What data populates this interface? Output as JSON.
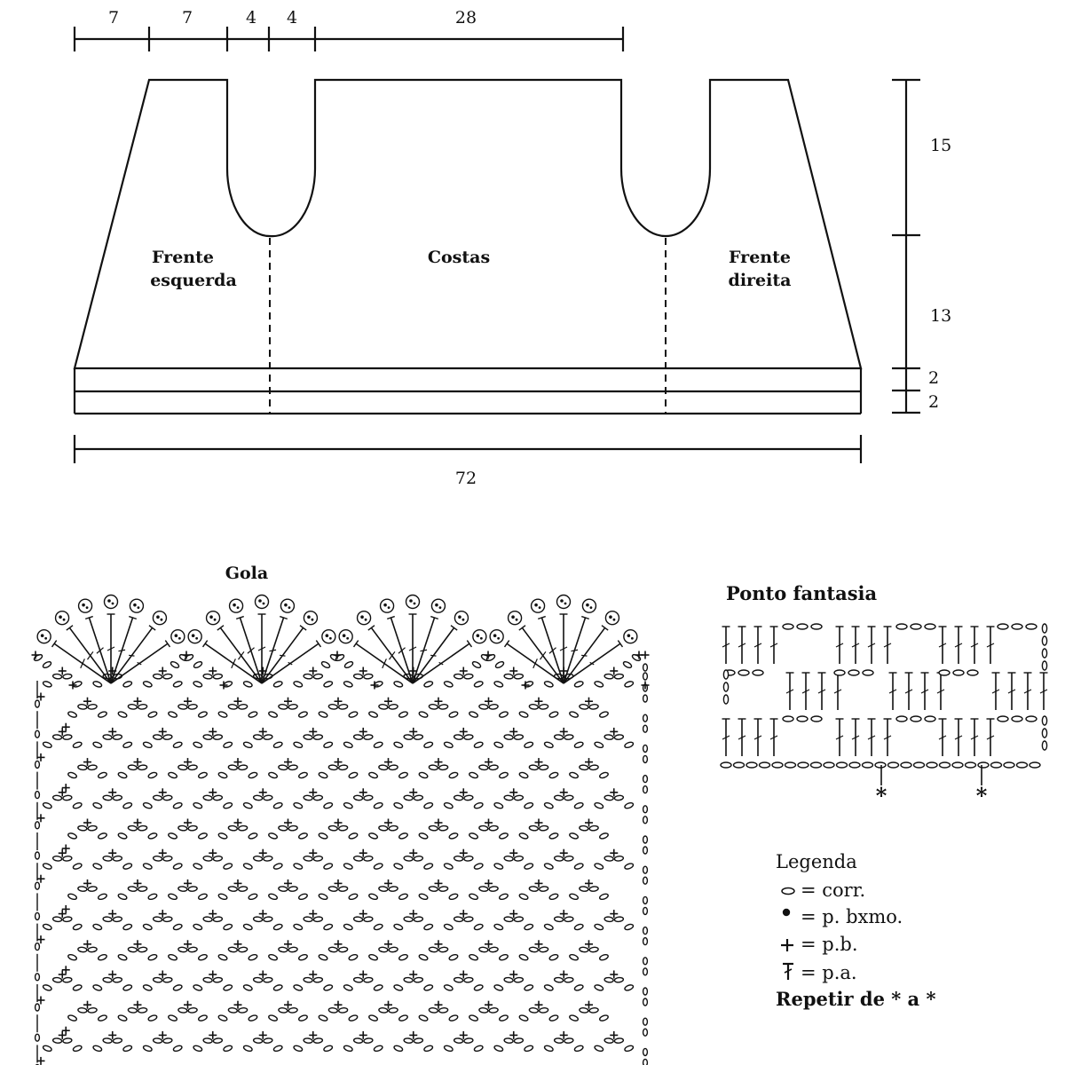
{
  "schematic": {
    "top_dims": [
      "7",
      "7",
      "4",
      "4",
      "28"
    ],
    "side_dims": [
      "15",
      "13",
      "2",
      "2"
    ],
    "bottom_dim": "72",
    "labels": {
      "left_front_1": "Frente",
      "left_front_2": "esquerda",
      "back": "Costas",
      "right_front_1": "Frente",
      "right_front_2": "direita"
    }
  },
  "gola": {
    "title": "Gola"
  },
  "ponto_fantasia": {
    "title": "Ponto fantasia",
    "repeat_marks": [
      "*",
      "*"
    ]
  },
  "legenda": {
    "title": "Legenda",
    "items": [
      {
        "symbol": "chain-symbol",
        "text": "= corr."
      },
      {
        "symbol": "dot-symbol",
        "text": "= p. bxmo."
      },
      {
        "symbol": "plus-symbol",
        "text": "= p.b."
      },
      {
        "symbol": "treble-symbol",
        "text": "= p.a."
      }
    ],
    "repeat": "Repetir de * a *"
  }
}
